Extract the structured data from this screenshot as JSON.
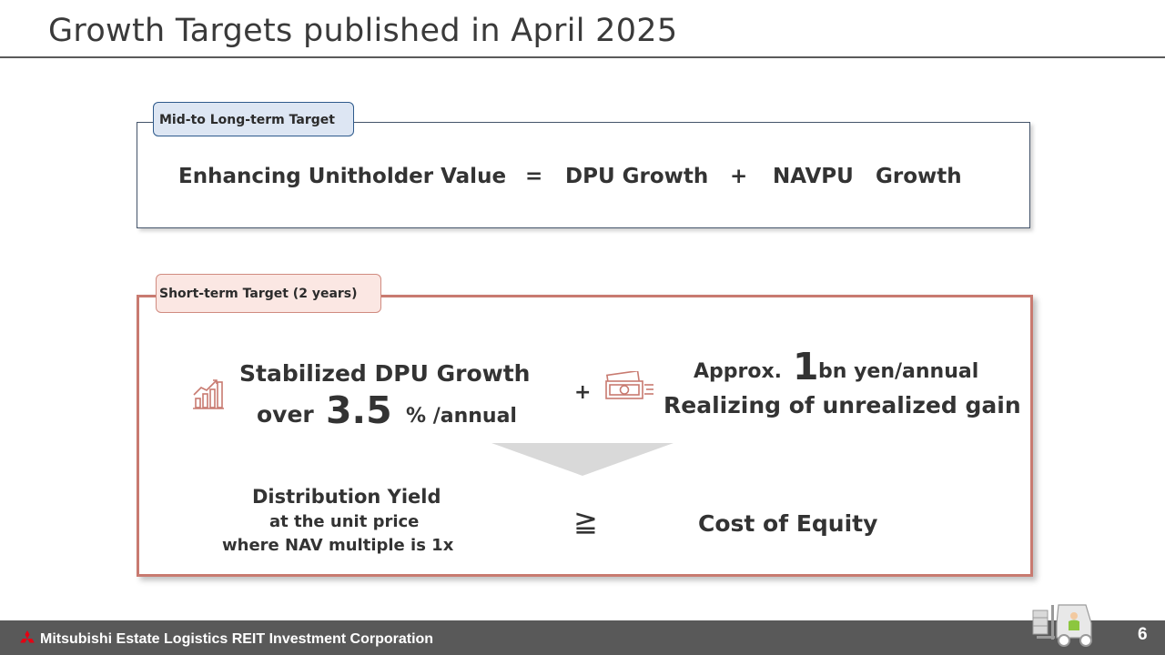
{
  "title": "Growth Targets published in April 2025",
  "mid_term": {
    "tag": "Mid-to Long-term Target",
    "equation": {
      "left": "Enhancing Unitholder Value",
      "equals": "=",
      "term1": "DPU Growth",
      "plus": "+",
      "term2": "NAVPU",
      "term3": "Growth"
    }
  },
  "short_term": {
    "tag": "Short-term Target (2 years)",
    "dpu": {
      "line1": "Stabilized DPU Growth",
      "over": "over",
      "value": "3.5",
      "unit": "% /annual",
      "icon": "bar-chart-growth-icon"
    },
    "plus": "+",
    "gain": {
      "approx": "Approx.",
      "value": "1",
      "unit": "bn yen/annual",
      "line2": "Realizing of unrealized gain",
      "icon": "money-icon"
    },
    "yield": {
      "line1": "Distribution Yield",
      "line2": "at the unit price",
      "line3": "where NAV multiple is 1x"
    },
    "geq": "≧",
    "cost": "Cost of Equity"
  },
  "footer": {
    "company": "Mitsubishi Estate Logistics REIT Investment Corporation",
    "page": "6"
  },
  "colors": {
    "mid_border": "#44546a",
    "short_border": "#c87a70",
    "footer_bg": "#595959",
    "logo_red": "#e60012"
  }
}
